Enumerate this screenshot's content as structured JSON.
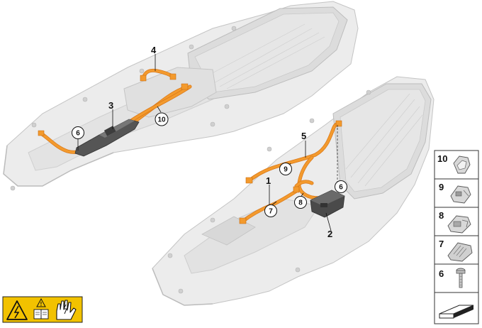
{
  "callouts": {
    "c1": "1",
    "c2": "2",
    "c3": "3",
    "c4": "4",
    "c5": "5",
    "c6a": "6",
    "c6b": "6",
    "c7": "7",
    "c8": "8",
    "c9": "9",
    "c10": "10"
  },
  "legend": {
    "items": [
      {
        "label": "10",
        "icon": "clip-10-icon"
      },
      {
        "label": "9",
        "icon": "clip-9-icon"
      },
      {
        "label": "8",
        "icon": "clip-8-icon"
      },
      {
        "label": "7",
        "icon": "clip-7-icon"
      },
      {
        "label": "6",
        "icon": "screw-icon"
      }
    ]
  },
  "colors": {
    "cable": "#f39a2d",
    "cable_dark": "#d9781a",
    "housing": "#e4e4e4",
    "housing_edge": "#bdbdbd",
    "warning_bg": "#f2c200"
  }
}
